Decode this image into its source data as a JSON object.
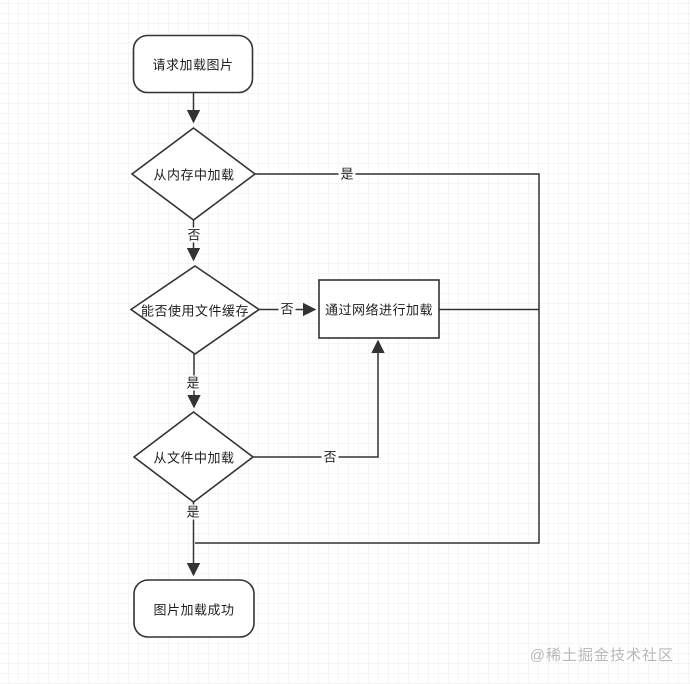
{
  "diagram": {
    "description": "flowchart of image loading process",
    "nodes": [
      {
        "id": "start",
        "type": "rounded-rect",
        "label": "请求加载图片"
      },
      {
        "id": "load-from-memory",
        "type": "decision-diamond",
        "label": "从内存中加载"
      },
      {
        "id": "can-use-file-cache",
        "type": "decision-diamond",
        "label": "能否使用文件缓存"
      },
      {
        "id": "load-via-network",
        "type": "process-rect",
        "label": "通过网络进行加载"
      },
      {
        "id": "load-from-file",
        "type": "decision-diamond",
        "label": "从文件中加载"
      },
      {
        "id": "end",
        "type": "rounded-rect",
        "label": "图片加载成功"
      }
    ],
    "edge_labels": [
      {
        "from": "load-from-memory",
        "branch": "right",
        "label": "是"
      },
      {
        "from": "load-from-memory",
        "branch": "down",
        "label": "否"
      },
      {
        "from": "can-use-file-cache",
        "branch": "right",
        "label": "否"
      },
      {
        "from": "can-use-file-cache",
        "branch": "down",
        "label": "是"
      },
      {
        "from": "load-from-file",
        "branch": "right",
        "label": "否"
      },
      {
        "from": "load-from-file",
        "branch": "down",
        "label": "是"
      }
    ]
  },
  "watermark": {
    "text": "@稀土掘金技术社区"
  },
  "colors": {
    "line": "#333333",
    "node_fill": "#ffffff",
    "text": "#1f1f1f",
    "grid_major": "#e3e3e3",
    "grid_minor": "#f5f5f5",
    "watermark": "#b9b9b9"
  }
}
